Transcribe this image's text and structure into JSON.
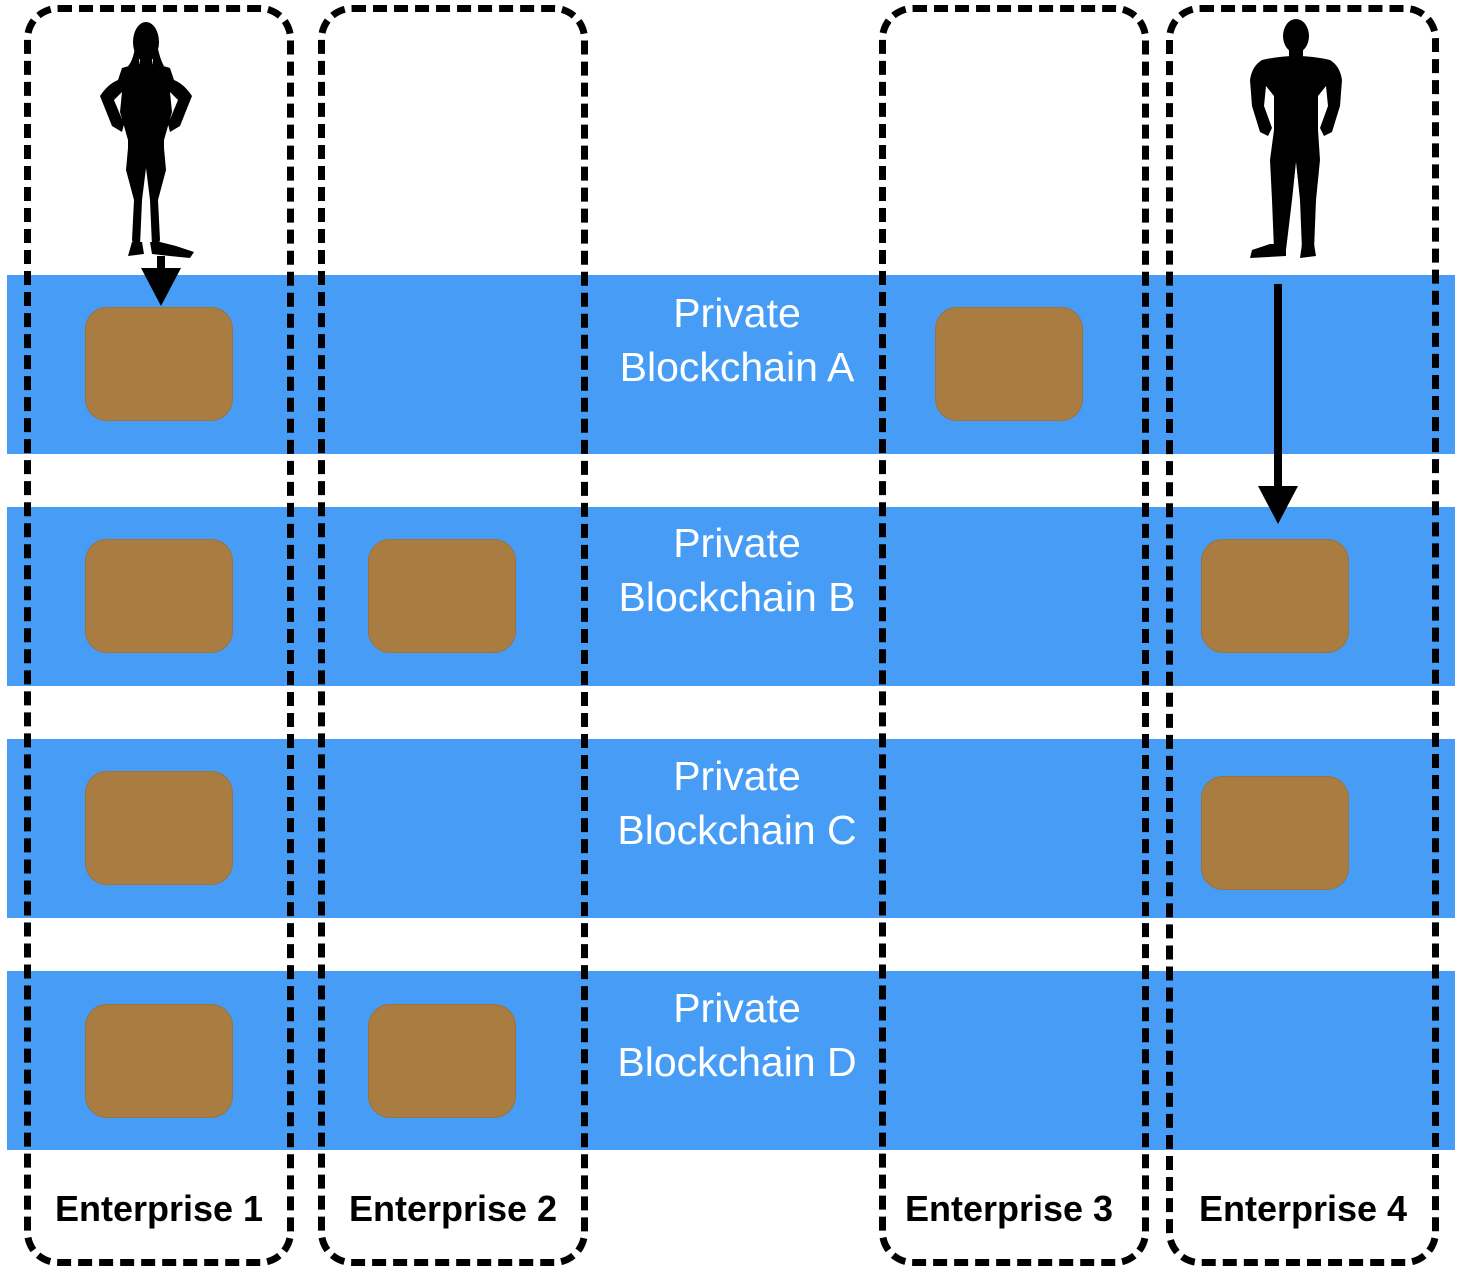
{
  "colors": {
    "band": "#479df5",
    "node": "#a97c42",
    "border": "#000000",
    "band_text": "#ffffff"
  },
  "blockchains": [
    {
      "line1": "Private",
      "line2": "Blockchain A"
    },
    {
      "line1": "Private",
      "line2": "Blockchain B"
    },
    {
      "line1": "Private",
      "line2": "Blockchain C"
    },
    {
      "line1": "Private",
      "line2": "Blockchain D"
    }
  ],
  "enterprises": [
    {
      "label": "Enterprise 1"
    },
    {
      "label": "Enterprise 2"
    },
    {
      "label": "Enterprise 3"
    },
    {
      "label": "Enterprise 4"
    }
  ],
  "icons": [
    "woman-silhouette-icon",
    "man-silhouette-icon",
    "arrow-down-icon"
  ]
}
